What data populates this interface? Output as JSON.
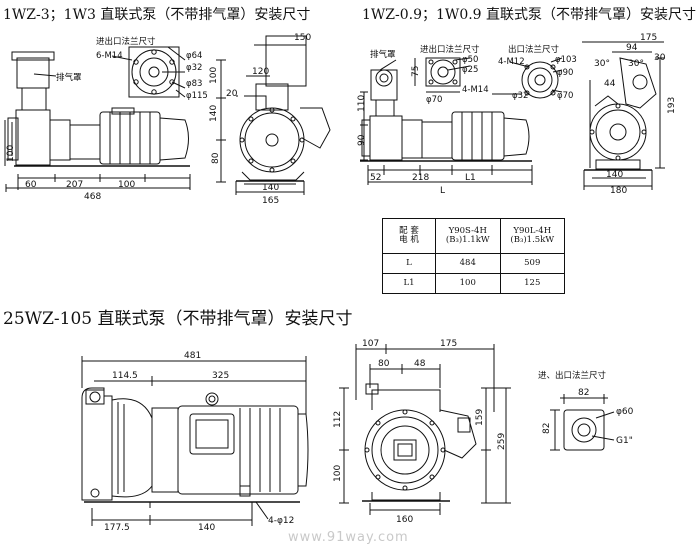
{
  "titles": {
    "t1": "1WZ-3；1W3  直联式泵（不带排气罩）安装尺寸",
    "t2": "1WZ-0.9；1W0.9 直联式泵（不带排气罩）安装尺寸",
    "t3": "25WZ-105  直联式泵（不带排气罩）安装尺寸"
  },
  "d1": {
    "left": {
      "flange_title": "进出口法兰尺寸",
      "m14": "6-M14",
      "d64": "φ64",
      "d32": "φ32",
      "d83": "φ83",
      "d115": "φ115",
      "hood": "排气罩",
      "h100": "100",
      "w60": "60",
      "w207": "207",
      "w100": "100",
      "w468": "468"
    },
    "right": {
      "w150": "150",
      "w120": "120",
      "w140": "140",
      "w165": "165",
      "h100": "100",
      "h140": "140",
      "h80": "80",
      "d20": "20"
    }
  },
  "d2": {
    "left": {
      "hood": "排气罩",
      "flange1_title": "进出口法兰尺寸",
      "flange2_title": "出口法兰尺寸",
      "d50": "φ50",
      "d25": "φ25",
      "d70": "φ70",
      "m14": "4-M14",
      "m12": "4-M12",
      "d103": "φ103",
      "d90": "φ90",
      "d32": "φ32",
      "d70b": "φ70",
      "h75": "75",
      "h110": "110",
      "h90": "90",
      "w52": "52",
      "w218": "218",
      "l1": "L1",
      "l": "L"
    },
    "right": {
      "w175": "175",
      "w94": "94",
      "w30": "30",
      "a30a": "30°",
      "a30b": "30°",
      "w44": "44",
      "w140": "140",
      "w180": "180",
      "h193": "193"
    }
  },
  "spec_table": {
    "header": [
      "配 套\n电 机",
      "Y90S-4H\n(B₃)1.1kW",
      "Y90L-4H\n(B₃)1.5kW"
    ],
    "rows": [
      [
        "L",
        "484",
        "509"
      ],
      [
        "L1",
        "100",
        "125"
      ]
    ]
  },
  "d3": {
    "front": {
      "w481": "481",
      "w114": "114.5",
      "w325": "325",
      "w177": "177.5",
      "w140": "140",
      "bolts": "4-φ12"
    },
    "side": {
      "w107": "107",
      "w175": "175",
      "w80": "80",
      "w48": "48",
      "w160": "160",
      "h112": "112",
      "h100": "100",
      "h159": "159",
      "h259": "259"
    },
    "flange": {
      "title": "进、出口法兰尺寸",
      "w82": "82",
      "h82": "82",
      "d60": "φ60",
      "g1": "G1\""
    }
  },
  "watermark": "www.91way.com"
}
